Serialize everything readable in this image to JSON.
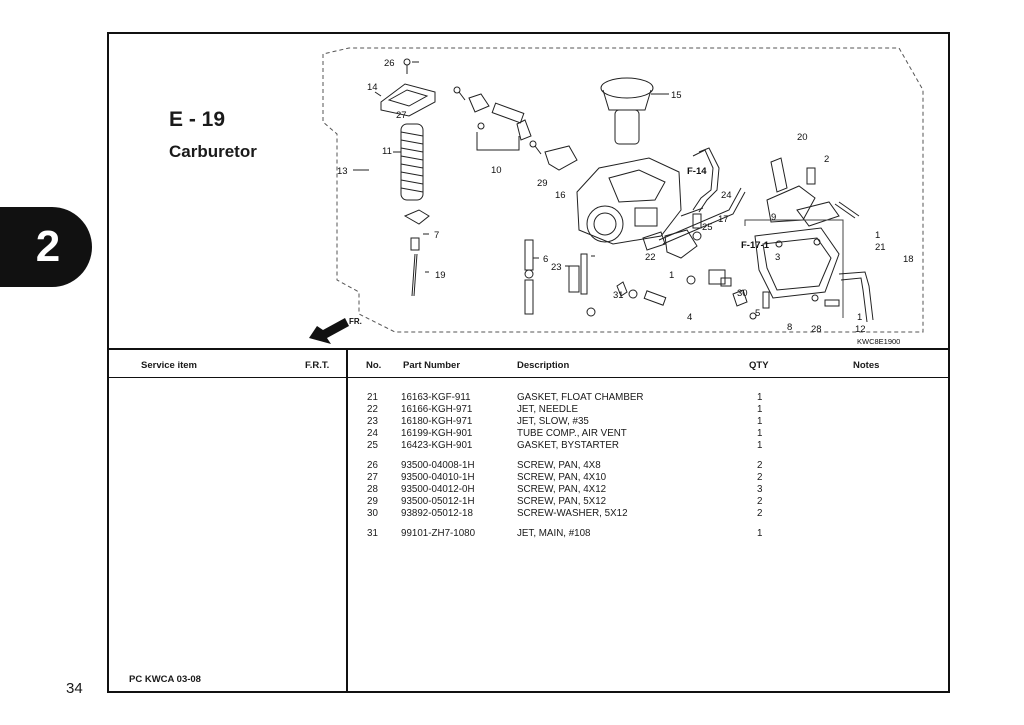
{
  "chapter": "2",
  "page_number": "34",
  "section": {
    "code": "E - 19",
    "title": "Carburetor"
  },
  "diagram": {
    "code": "KWC8E1900",
    "direction_label": "FR.",
    "references": [
      "F-14",
      "F-17-1"
    ],
    "callouts": [
      "26",
      "14",
      "27",
      "15",
      "11",
      "13",
      "10",
      "29",
      "16",
      "20",
      "2",
      "24",
      "25",
      "17",
      "9",
      "1",
      "21",
      "7",
      "22",
      "6",
      "23",
      "3",
      "18",
      "1",
      "19",
      "31",
      "4",
      "30",
      "5",
      "8",
      "28",
      "12",
      "1"
    ]
  },
  "columns": {
    "service_item": "Service item",
    "frt": "F.R.T.",
    "no": "No.",
    "part_number": "Part Number",
    "description": "Description",
    "qty": "QTY",
    "notes": "Notes"
  },
  "parts": [
    {
      "no": "21",
      "part_number": "16163-KGF-911",
      "description": "GASKET, FLOAT CHAMBER",
      "qty": "1"
    },
    {
      "no": "22",
      "part_number": "16166-KGH-971",
      "description": "JET, NEEDLE",
      "qty": "1"
    },
    {
      "no": "23",
      "part_number": "16180-KGH-971",
      "description": "JET, SLOW, #35",
      "qty": "1"
    },
    {
      "no": "24",
      "part_number": "16199-KGH-901",
      "description": "TUBE COMP., AIR VENT",
      "qty": "1"
    },
    {
      "no": "25",
      "part_number": "16423-KGH-901",
      "description": "GASKET, BYSTARTER",
      "qty": "1"
    },
    {
      "no": "26",
      "part_number": "93500-04008-1H",
      "description": "SCREW, PAN, 4X8",
      "qty": "2"
    },
    {
      "no": "27",
      "part_number": "93500-04010-1H",
      "description": "SCREW, PAN, 4X10",
      "qty": "2"
    },
    {
      "no": "28",
      "part_number": "93500-04012-0H",
      "description": "SCREW, PAN, 4X12",
      "qty": "3"
    },
    {
      "no": "29",
      "part_number": "93500-05012-1H",
      "description": "SCREW, PAN, 5X12",
      "qty": "2"
    },
    {
      "no": "30",
      "part_number": "93892-05012-18",
      "description": "SCREW-WASHER, 5X12",
      "qty": "2"
    },
    {
      "no": "31",
      "part_number": "99101-ZH7-1080",
      "description": "JET, MAIN, #108",
      "qty": "1"
    }
  ],
  "footer": {
    "code": "PC KWCA 03-08"
  }
}
